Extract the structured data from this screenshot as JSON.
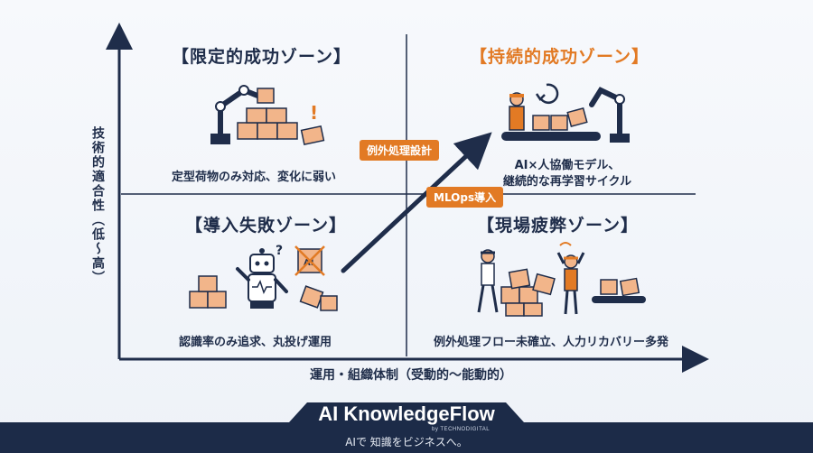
{
  "quadrants": {
    "top_left": {
      "title": "【限定的成功ゾーン】",
      "caption": "定型荷物のみ対応、変化に弱い"
    },
    "top_right": {
      "title": "【持続的成功ゾーン】",
      "caption_line1": "AI×人協働モデル、",
      "caption_line2": "継続的な再学習サイクル"
    },
    "bottom_left": {
      "title": "【導入失敗ゾーン】",
      "caption": "認識率のみ追求、丸投げ運用"
    },
    "bottom_right": {
      "title": "【現場疲弊ゾーン】",
      "caption": "例外処理フロー未確立、人力リカバリー多発"
    }
  },
  "axes": {
    "y_label": "技術的適合性（低〜高）",
    "x_label": "運用・組織体制（受動的〜能動的）"
  },
  "path_tags": {
    "tag1": "例外処理設計",
    "tag2": "MLOps導入"
  },
  "icon_text": {
    "chip": "AI",
    "robot_question": "?"
  },
  "footer": {
    "brand": "AI KnowledgeFlow",
    "byline": "by TECHNODIGITAL",
    "tagline": "AIで 知識をビジネスへ。"
  },
  "colors": {
    "navy": "#1f2d4a",
    "orange": "#e27a24",
    "box": "#f2b58a",
    "background": "#f4f7fb"
  }
}
